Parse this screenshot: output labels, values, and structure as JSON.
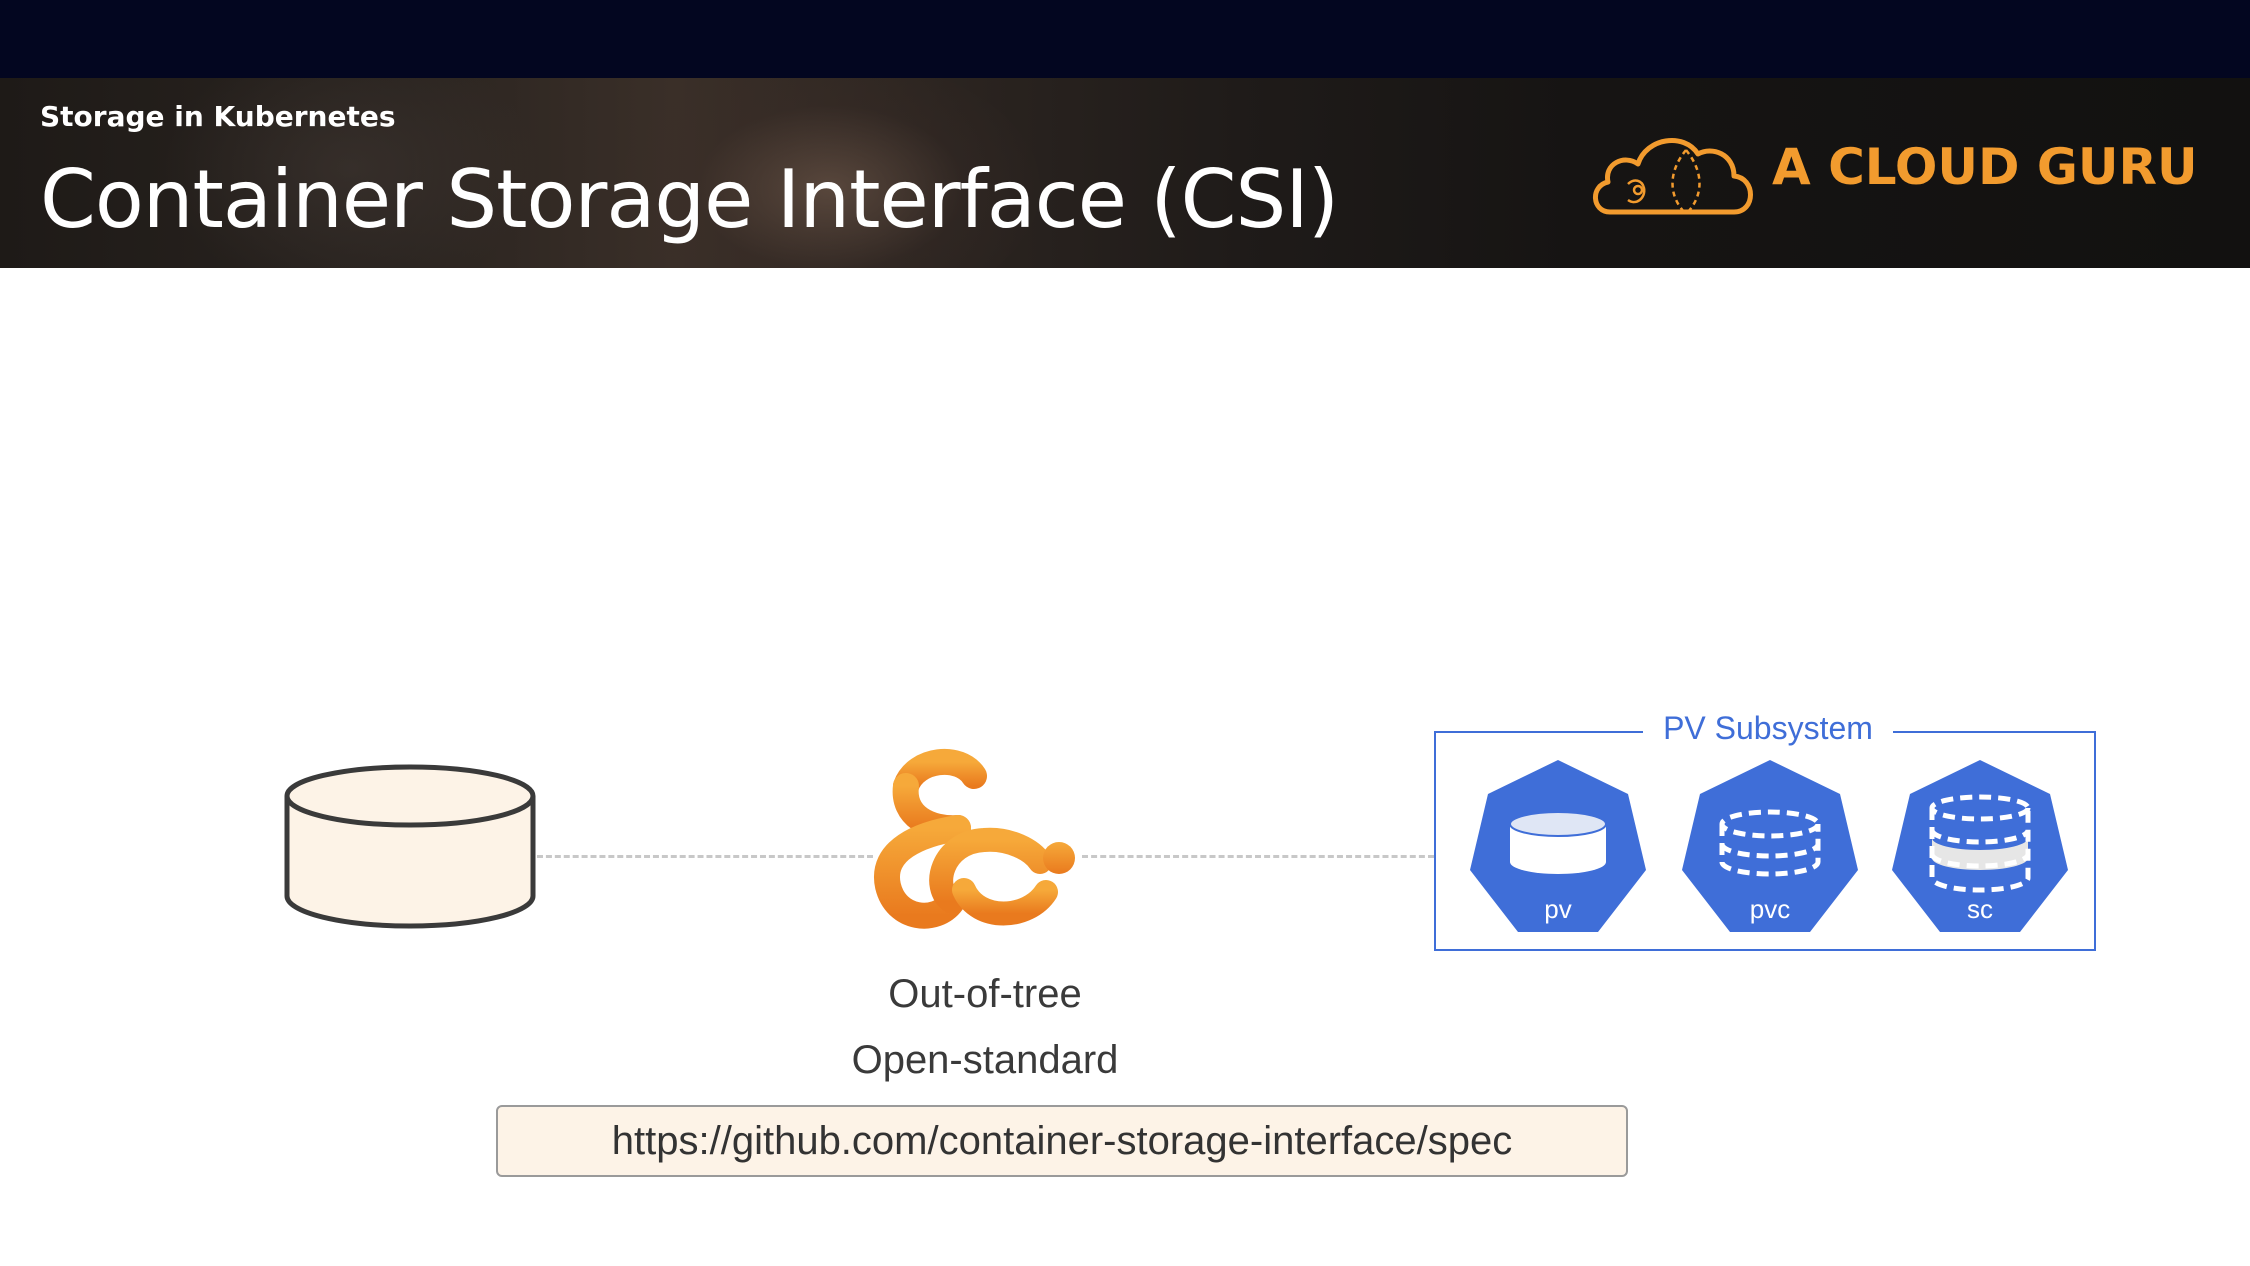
{
  "header": {
    "subtitle": "Storage in Kubernetes",
    "title": "Container Storage Interface (CSI)",
    "brand_name": "A CLOUD GURU"
  },
  "diagram": {
    "captions": [
      "Out-of-tree",
      "Open-standard"
    ],
    "pv_subsystem": {
      "label": "PV Subsystem",
      "items": [
        "pv",
        "pvc",
        "sc"
      ]
    },
    "url": "https://github.com/container-storage-interface/spec"
  },
  "colors": {
    "brand_orange": "#f29b2e",
    "kubernetes_blue": "#3f6ed8",
    "disk_fill": "#fdf3e7",
    "top_bar": "#030620"
  },
  "icons": [
    "cloud-logo-icon",
    "storage-disk-icon",
    "csi-logo-icon",
    "pv-icon",
    "pvc-icon",
    "sc-icon"
  ]
}
